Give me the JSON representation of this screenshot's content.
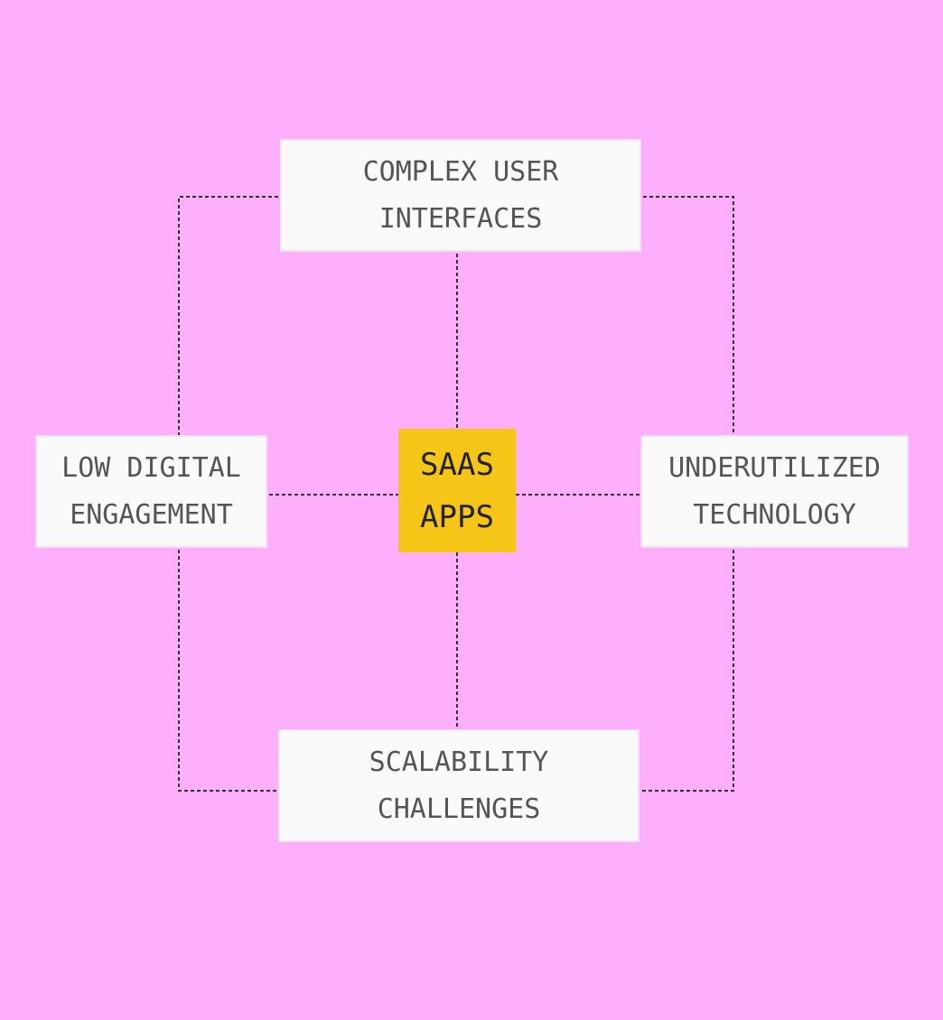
{
  "diagram": {
    "center": {
      "line1": "SAAS",
      "line2": "APPS"
    },
    "nodes": {
      "top": {
        "line1": "COMPLEX USER",
        "line2": "INTERFACES"
      },
      "left": {
        "line1": "LOW DIGITAL",
        "line2": "ENGAGEMENT"
      },
      "right": {
        "line1": "UNDERUTILIZED",
        "line2": "TECHNOLOGY"
      },
      "bottom": {
        "line1": "SCALABILITY",
        "line2": "CHALLENGES"
      }
    },
    "colors": {
      "background": "#feaffc",
      "node_fill": "#fafafa",
      "center_fill": "#f5c518",
      "connector": "#333333"
    }
  }
}
